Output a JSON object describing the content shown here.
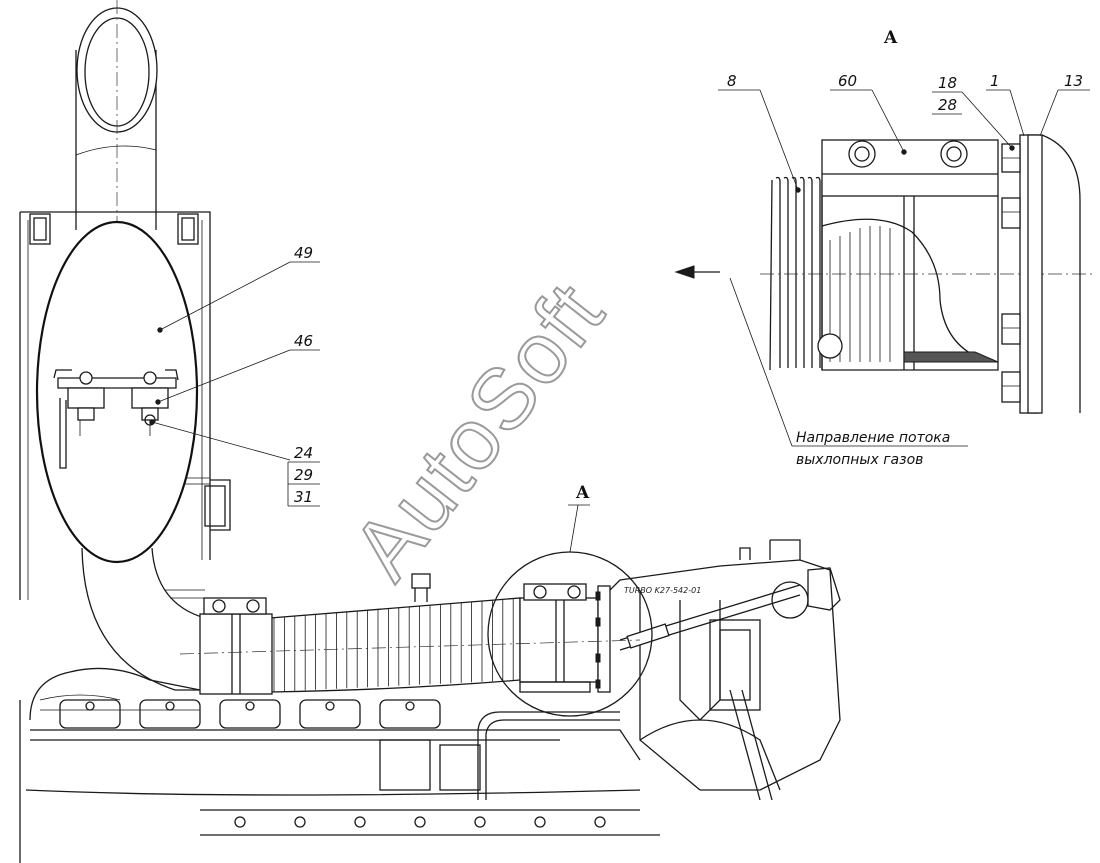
{
  "view": {
    "letter_top": "A",
    "letter_callout": "A"
  },
  "labels": {
    "p49": "49",
    "p46": "46",
    "p24": "24",
    "p29": "29",
    "p31": "31",
    "p8": "8",
    "p60": "60",
    "p18": "18",
    "p28": "28",
    "p1": "1",
    "p13": "13"
  },
  "flow_note": {
    "line1": "Направление потока",
    "line2": "выхлопных газов"
  },
  "turbo_marking": "TURBO K27-542-01",
  "watermark": "AutoSoft",
  "colors": {
    "line": "#1a1a1a",
    "watermark": "#9a9a9a",
    "background": "#ffffff"
  }
}
